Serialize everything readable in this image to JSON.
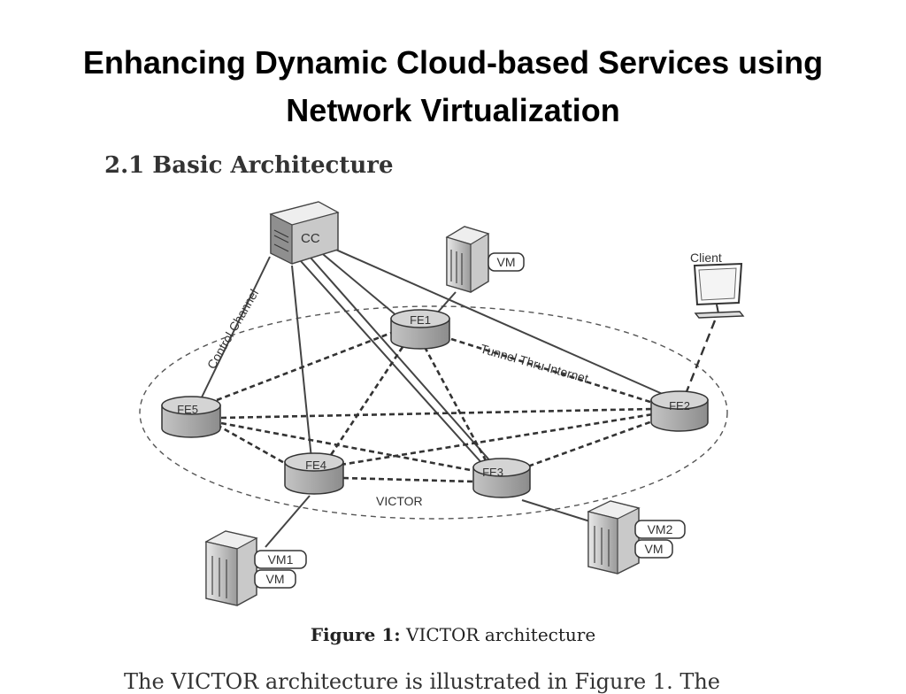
{
  "slide": {
    "title_line1": "Enhancing Dynamic Cloud-based Services using",
    "title_line2": "Network Virtualization"
  },
  "figure": {
    "section_heading": "2.1   Basic Architecture",
    "caption_label": "Figure 1:",
    "caption_text": "VICTOR architecture",
    "body_fragment": "The VICTOR architecture is illustrated in Figure 1. The",
    "labels": {
      "cc": "CC",
      "client": "Client",
      "fe1": "FE1",
      "fe2": "FE2",
      "fe3": "FE3",
      "fe4": "FE4",
      "fe5": "FE5",
      "victor": "VICTOR",
      "control_channel": "Control Channel",
      "tunnel": "Tunnel Thru Internet",
      "vm_top": "VM",
      "vm_left_1": "VM1",
      "vm_left_2": "VM",
      "vm_right_1": "VM2",
      "vm_right_2": "VM"
    }
  }
}
